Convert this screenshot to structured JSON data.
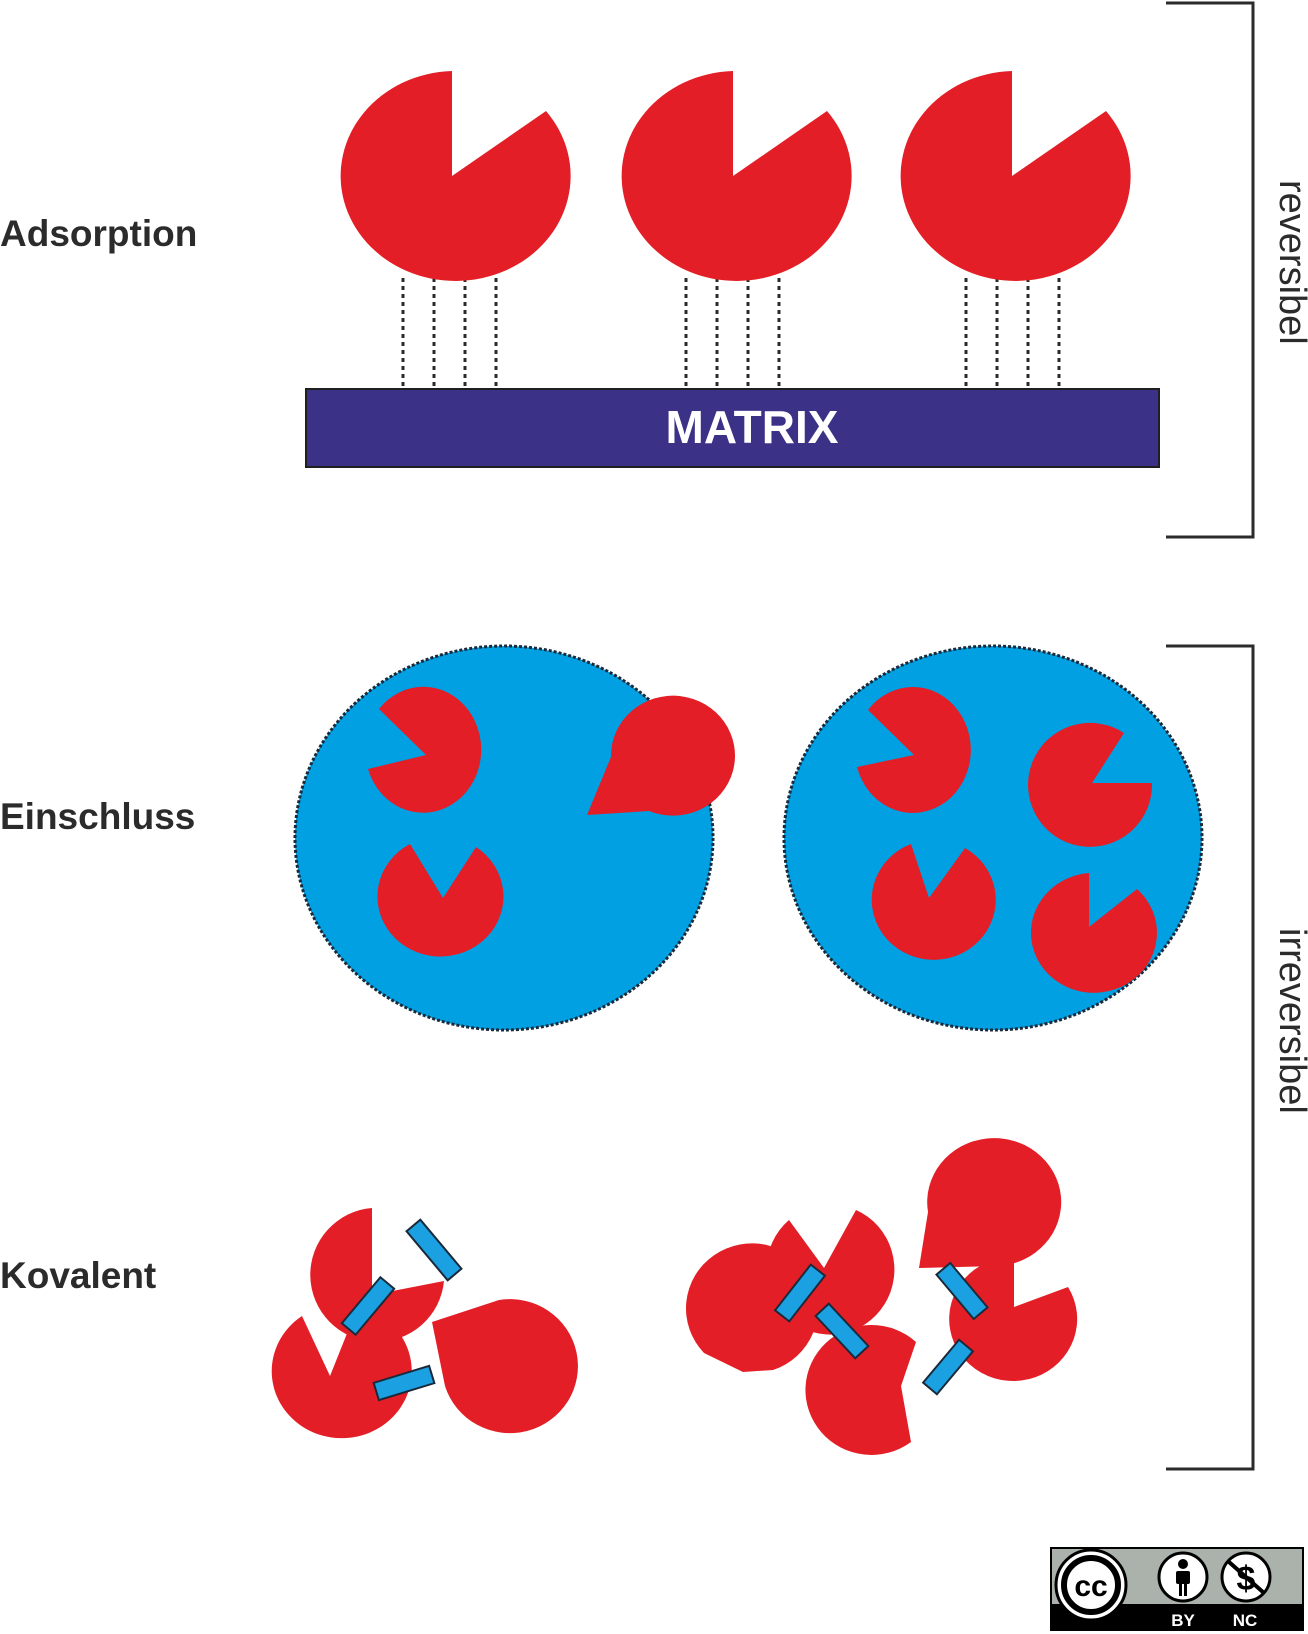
{
  "labels": {
    "adsorption": "Adsorption",
    "einschluss": "Einschluss",
    "kovalent": "Kovalent",
    "matrix": "MATRIX",
    "reversibel": "reversibel",
    "irreversibel": "irreversibel"
  },
  "license": {
    "cc": "cc",
    "by": "BY",
    "nc": "NC"
  },
  "colors": {
    "enzyme": "#e31e26",
    "matrix": "#3b3186",
    "gel": "#00a0e3",
    "linker": "#1ba1e2",
    "text": "#2b2b2b"
  },
  "icons": [
    "enzyme-icon",
    "cc-icon",
    "by-person-icon",
    "nc-dollar-icon"
  ]
}
